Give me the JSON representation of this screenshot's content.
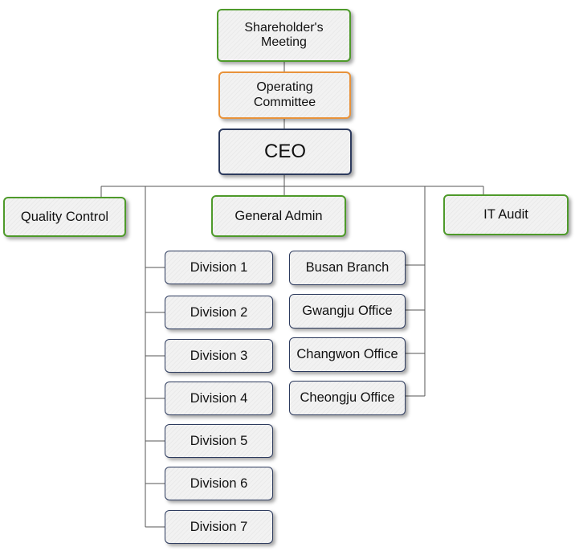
{
  "org": {
    "shareholders": "Shareholder's Meeting",
    "committee": "Operating Committee",
    "ceo": "CEO",
    "quality": "Quality Control",
    "admin": "General Admin",
    "audit": "IT Audit",
    "divisions": [
      "Division 1",
      "Division 2",
      "Division 3",
      "Division 4",
      "Division 5",
      "Division 6",
      "Division 7"
    ],
    "offices": [
      "Busan Branch",
      "Gwangju Office",
      "Changwon Office",
      "Cheongju Office"
    ]
  },
  "colors": {
    "green": "#4e9a2a",
    "orange": "#e8923a",
    "navy": "#2d3b5e",
    "line": "#555555"
  }
}
